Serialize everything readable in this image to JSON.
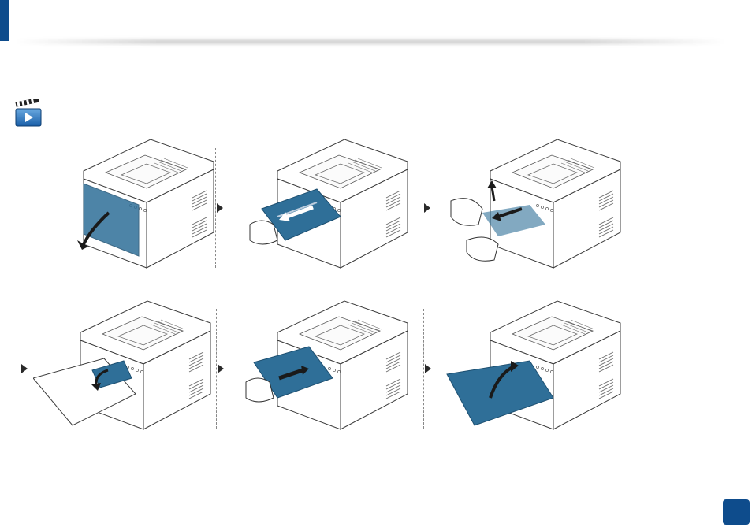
{
  "header": {
    "accent_color": "#0e4c8c"
  },
  "media": {
    "icon": "video-play-icon"
  },
  "steps": [
    {
      "id": 1,
      "description_icon": "open-front-cover"
    },
    {
      "id": 2,
      "description_icon": "remove-toner-cartridge"
    },
    {
      "id": 3,
      "description_icon": "pull-jammed-paper"
    },
    {
      "id": 4,
      "description_icon": "insert-toner-cartridge"
    },
    {
      "id": 5,
      "description_icon": "push-toner-cartridge"
    },
    {
      "id": 6,
      "description_icon": "close-front-cover"
    }
  ],
  "colors": {
    "highlight_blue": "#2f6f98",
    "line": "#3b3b3b"
  },
  "page_number": ""
}
